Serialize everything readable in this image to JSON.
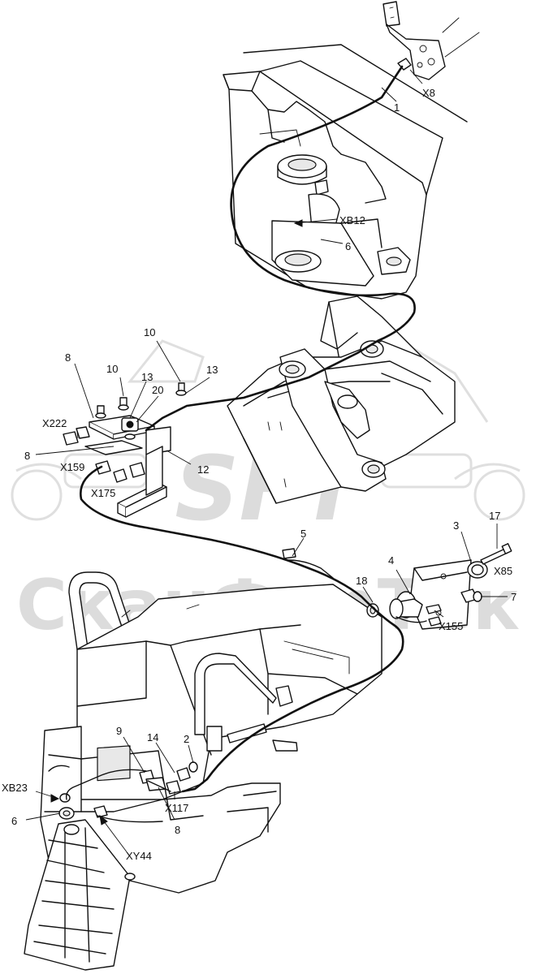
{
  "watermark": {
    "logo_text": "SFT",
    "company_text": "СканФорТек",
    "color": "#d9d9d9"
  },
  "diagram": {
    "line_color": "#111111",
    "background": "#ffffff",
    "callouts": [
      {
        "id": "c1",
        "text": "1"
      },
      {
        "id": "cX8",
        "text": "X8"
      },
      {
        "id": "cXB12",
        "text": "XB12"
      },
      {
        "id": "c6a",
        "text": "6"
      },
      {
        "id": "c10a",
        "text": "10"
      },
      {
        "id": "c8a",
        "text": "8"
      },
      {
        "id": "c10b",
        "text": "10"
      },
      {
        "id": "c13a",
        "text": "13"
      },
      {
        "id": "c13b",
        "text": "13"
      },
      {
        "id": "c20",
        "text": "20"
      },
      {
        "id": "cX222",
        "text": "X222"
      },
      {
        "id": "c8b",
        "text": "8"
      },
      {
        "id": "cX159",
        "text": "X159"
      },
      {
        "id": "cX175",
        "text": "X175"
      },
      {
        "id": "c12",
        "text": "12"
      },
      {
        "id": "c5",
        "text": "5"
      },
      {
        "id": "c3",
        "text": "3"
      },
      {
        "id": "c17",
        "text": "17"
      },
      {
        "id": "c4",
        "text": "4"
      },
      {
        "id": "cX85",
        "text": "X85"
      },
      {
        "id": "c18",
        "text": "18"
      },
      {
        "id": "c7",
        "text": "7"
      },
      {
        "id": "cX155",
        "text": "X155"
      },
      {
        "id": "c9",
        "text": "9"
      },
      {
        "id": "c14",
        "text": "14"
      },
      {
        "id": "c2",
        "text": "2"
      },
      {
        "id": "cXB23",
        "text": "XB23"
      },
      {
        "id": "c6b",
        "text": "6"
      },
      {
        "id": "cX117",
        "text": "X117"
      },
      {
        "id": "cXY44",
        "text": "XY44"
      },
      {
        "id": "c8c",
        "text": "8"
      }
    ]
  }
}
